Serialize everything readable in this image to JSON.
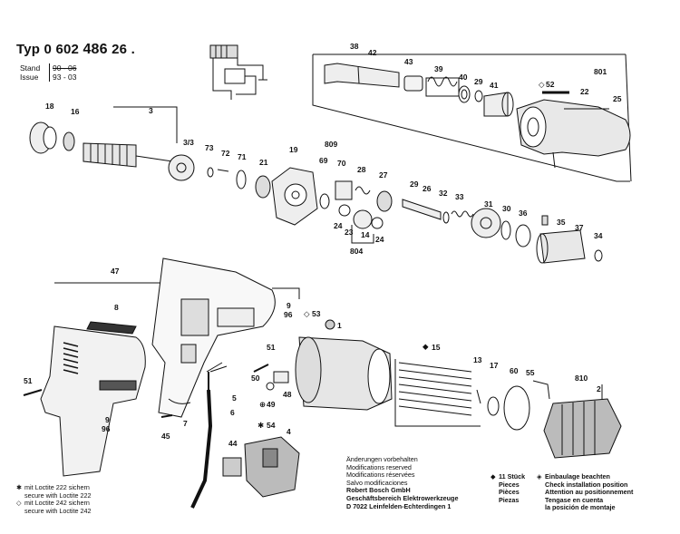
{
  "header": {
    "typ_label": "Typ",
    "typ_num1": "0 602",
    "typ_num2": "486",
    "typ_num3": "26 ."
  },
  "meta": {
    "stand_label": "Stand",
    "stand_old": "90 - 06",
    "issue_label": "Issue",
    "issue_val": "93 - 03"
  },
  "part_labels": [
    {
      "id": "p38",
      "text": "38"
    },
    {
      "id": "p42",
      "text": "42"
    },
    {
      "id": "p43",
      "text": "43"
    },
    {
      "id": "p39",
      "text": "39"
    },
    {
      "id": "p40",
      "text": "40"
    },
    {
      "id": "p29a",
      "text": "29"
    },
    {
      "id": "p41",
      "text": "41"
    },
    {
      "id": "p52",
      "text": "52"
    },
    {
      "id": "p801",
      "text": "801"
    },
    {
      "id": "p22",
      "text": "22"
    },
    {
      "id": "p25",
      "text": "25"
    },
    {
      "id": "p18",
      "text": "18"
    },
    {
      "id": "p16",
      "text": "16"
    },
    {
      "id": "p3",
      "text": "3"
    },
    {
      "id": "p3_3",
      "text": "3/3"
    },
    {
      "id": "p73",
      "text": "73"
    },
    {
      "id": "p72",
      "text": "72"
    },
    {
      "id": "p71",
      "text": "71"
    },
    {
      "id": "p21",
      "text": "21"
    },
    {
      "id": "p19",
      "text": "19"
    },
    {
      "id": "p809",
      "text": "809"
    },
    {
      "id": "p69",
      "text": "69"
    },
    {
      "id": "p70",
      "text": "70"
    },
    {
      "id": "p28",
      "text": "28"
    },
    {
      "id": "p27",
      "text": "27"
    },
    {
      "id": "p29b",
      "text": "29"
    },
    {
      "id": "p26",
      "text": "26"
    },
    {
      "id": "p32",
      "text": "32"
    },
    {
      "id": "p33",
      "text": "33"
    },
    {
      "id": "p31",
      "text": "31"
    },
    {
      "id": "p30",
      "text": "30"
    },
    {
      "id": "p36",
      "text": "36"
    },
    {
      "id": "p35",
      "text": "35"
    },
    {
      "id": "p37",
      "text": "37"
    },
    {
      "id": "p34",
      "text": "34"
    },
    {
      "id": "p24a",
      "text": "24"
    },
    {
      "id": "p14",
      "text": "14"
    },
    {
      "id": "p24b",
      "text": "24"
    },
    {
      "id": "p23",
      "text": "23"
    },
    {
      "id": "p804",
      "text": "804"
    },
    {
      "id": "p47",
      "text": "47"
    },
    {
      "id": "p8",
      "text": "8"
    },
    {
      "id": "p9a",
      "text": "9"
    },
    {
      "id": "p96a",
      "text": "96"
    },
    {
      "id": "p53",
      "text": "53"
    },
    {
      "id": "p1",
      "text": "1"
    },
    {
      "id": "p15",
      "text": "15"
    },
    {
      "id": "p51a",
      "text": "51"
    },
    {
      "id": "p50",
      "text": "50"
    },
    {
      "id": "p48",
      "text": "48"
    },
    {
      "id": "p49",
      "text": "49"
    },
    {
      "id": "p5",
      "text": "5"
    },
    {
      "id": "p6",
      "text": "6"
    },
    {
      "id": "p7",
      "text": "7"
    },
    {
      "id": "p45",
      "text": "45"
    },
    {
      "id": "p51b",
      "text": "51"
    },
    {
      "id": "p9b",
      "text": "9"
    },
    {
      "id": "p96b",
      "text": "96"
    },
    {
      "id": "p54",
      "text": "54"
    },
    {
      "id": "p4",
      "text": "4"
    },
    {
      "id": "p44",
      "text": "44"
    },
    {
      "id": "p13",
      "text": "13"
    },
    {
      "id": "p17",
      "text": "17"
    },
    {
      "id": "p60",
      "text": "60"
    },
    {
      "id": "p55",
      "text": "55"
    },
    {
      "id": "p810",
      "text": "810"
    },
    {
      "id": "p2",
      "text": "2"
    }
  ],
  "notes": {
    "line1": "Änderungen vorbehalten",
    "line2": "Modifications reserved",
    "line3": "Modifications réservées",
    "line4": "Salvo modificaciones",
    "company1": "Robert Bosch GmbH",
    "company2": "Geschäftsbereich Elektrowerkzeuge",
    "company3": "D 7022 Leinfelden-Echterdingen 1"
  },
  "loctite": {
    "l1": "mit Loctite 222 sichern",
    "l2": "secure with Loctite 222",
    "l3": "mit Loctite 242 sichern",
    "l4": "secure with Loctite 242"
  },
  "legend_pieces": {
    "l1": "11 Stück",
    "l2": "Pieces",
    "l3": "Pièces",
    "l4": "Piezas"
  },
  "legend_install": {
    "l1": "Einbaulage beachten",
    "l2": "Check installation position",
    "l3": "Attention au positionnement",
    "l4": "Tengase en cuenta",
    "l5": "la posición de montaje"
  }
}
